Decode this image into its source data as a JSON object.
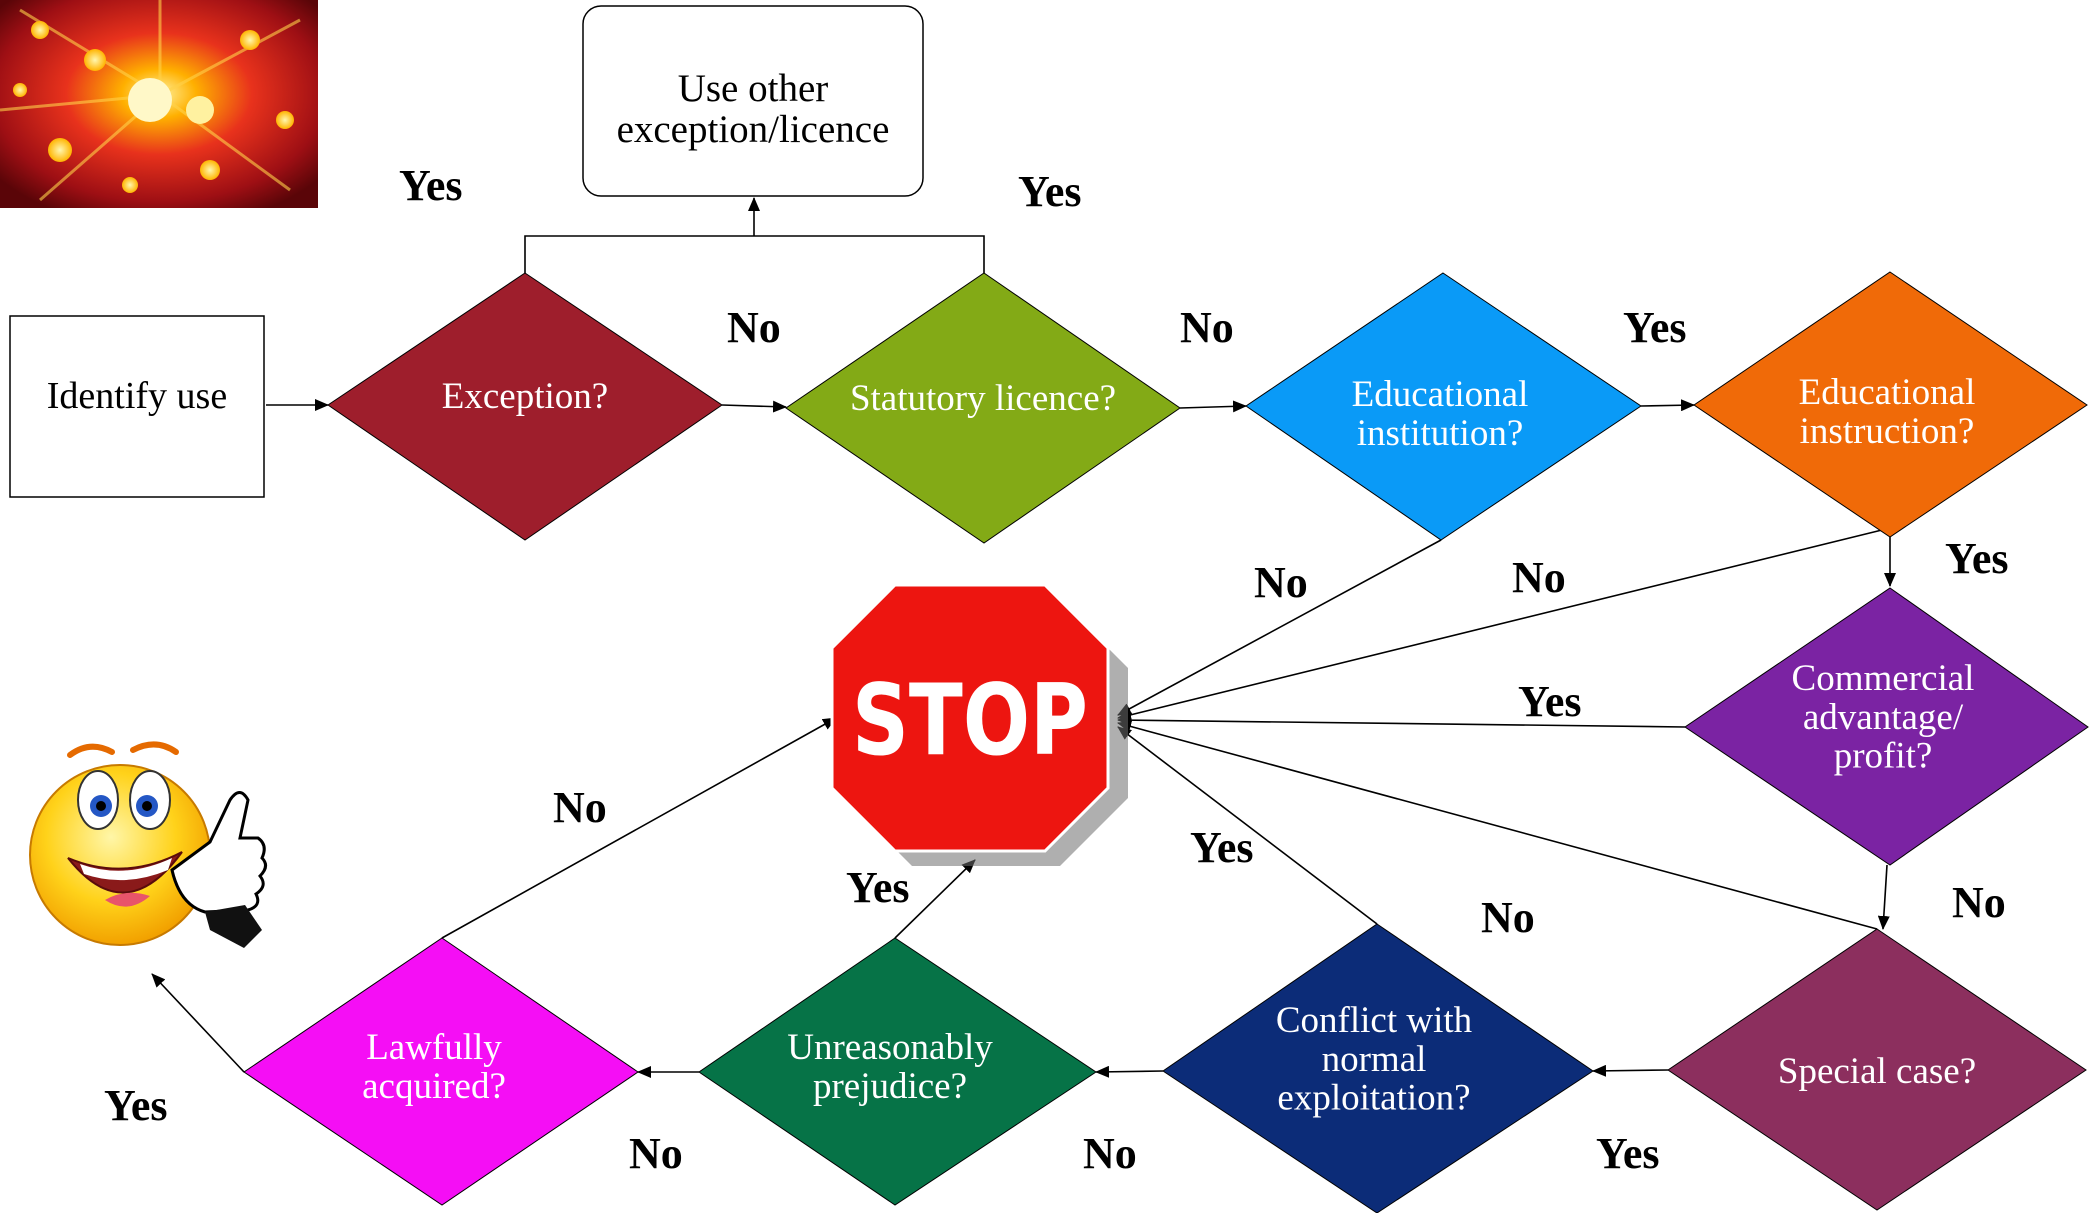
{
  "nodes": {
    "identify": {
      "lines": [
        "Identify use"
      ]
    },
    "other": {
      "lines": [
        "Use other",
        "exception/licence"
      ]
    },
    "exception": {
      "lines": [
        "Exception?"
      ],
      "color": "#9e1e2c"
    },
    "statutory": {
      "lines": [
        "Statutory licence?"
      ],
      "color": "#83aa16"
    },
    "institution": {
      "lines": [
        "Educational",
        "institution?"
      ],
      "color": "#0a9af7"
    },
    "instruction": {
      "lines": [
        "Educational",
        "instruction?"
      ],
      "color": "#f06a08"
    },
    "commercial": {
      "lines": [
        "Commercial",
        "advantage/",
        "profit?"
      ],
      "color": "#7b23a3"
    },
    "special": {
      "lines": [
        "Special case?"
      ],
      "color": "#8c2f5e"
    },
    "conflict": {
      "lines": [
        "Conflict with",
        "normal",
        "exploitation?"
      ],
      "color": "#0c2c78"
    },
    "prejudice": {
      "lines": [
        "Unreasonably",
        "prejudice?"
      ],
      "color": "#067347"
    },
    "lawful": {
      "lines": [
        "Lawfully",
        "acquired?"
      ],
      "color": "#f50ef5"
    },
    "stop": {
      "text": "STOP",
      "color": "#ed1510"
    }
  },
  "edge_labels": {
    "exception_yes": "Yes",
    "statutory_yes": "Yes",
    "exception_no": "No",
    "statutory_no": "No",
    "institution_yes": "Yes",
    "institution_no": "No",
    "instruction_no": "No",
    "instruction_yes": "Yes",
    "commercial_yes": "Yes",
    "commercial_no": "No",
    "special_no": "No",
    "special_yes": "Yes",
    "conflict_yes": "Yes",
    "conflict_no": "No",
    "prejudice_yes": "Yes",
    "prejudice_no": "No",
    "lawful_no": "No",
    "lawful_yes": "Yes"
  },
  "icons": {
    "photo": "fireworks-photo",
    "smiley": "thumbs-up-smiley-icon"
  }
}
